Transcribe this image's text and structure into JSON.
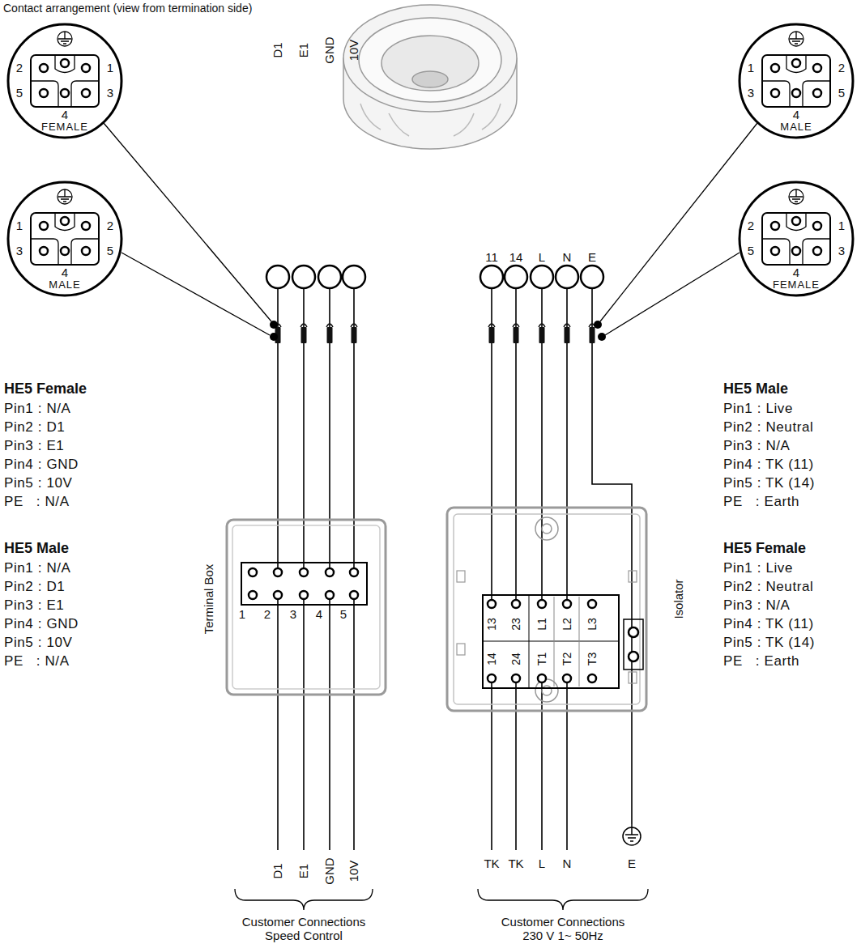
{
  "diagram": {
    "title": "Contact arrangement (view from termination side)",
    "nodes": [
      {
        "text": [
          "2",
          "1",
          "5",
          "3",
          "4",
          "FEMALE"
        ]
      },
      {
        "text": [
          "1",
          "2",
          "3",
          "5",
          "4",
          "MALE"
        ]
      },
      {
        "text": [
          "1",
          "2",
          "3",
          "5",
          "4",
          "MALE"
        ]
      },
      {
        "text": [
          "2",
          "1",
          "5",
          "3",
          "4",
          "FEMALE"
        ]
      },
      {
        "text": [
          "Terminal Box",
          "1",
          "2",
          "3",
          "4",
          "5"
        ]
      },
      {
        "text": [
          "13",
          "23",
          "L1",
          "L2",
          "L3",
          "14",
          "24",
          "T1",
          "T2",
          "T3",
          "Isolator"
        ]
      }
    ],
    "labels": [
      "D1",
      "E1",
      "GND",
      "10V",
      "11",
      "14",
      "L",
      "N",
      "E",
      "HE5 Female",
      "Pin1 : N/A",
      "Pin2 : D1",
      "Pin3 : E1",
      "Pin4 : GND",
      "Pin5 : 10V",
      "PE   : N/A",
      "HE5 Male",
      "Pin1 : N/A",
      "Pin2 : D1",
      "Pin3 : E1",
      "Pin4 : GND",
      "Pin5 : 10V",
      "PE   : N/A",
      "HE5 Male",
      "Pin1 : Live",
      "Pin2 : Neutral",
      "Pin3 : N/A",
      "Pin4 : TK (11)",
      "Pin5 : TK (14)",
      "PE   : Earth",
      "HE5 Female",
      "Pin1 : Live",
      "Pin2 : Neutral",
      "Pin3 : N/A",
      "Pin4 : TK (11)",
      "Pin5 : TK (14)",
      "PE   : Earth",
      "D1",
      "E1",
      "GND",
      "10V",
      "TK",
      "TK",
      "L",
      "N",
      "E",
      "Customer Connections Speed Control",
      "Customer Connections 230 V 1~ 50Hz"
    ]
  }
}
